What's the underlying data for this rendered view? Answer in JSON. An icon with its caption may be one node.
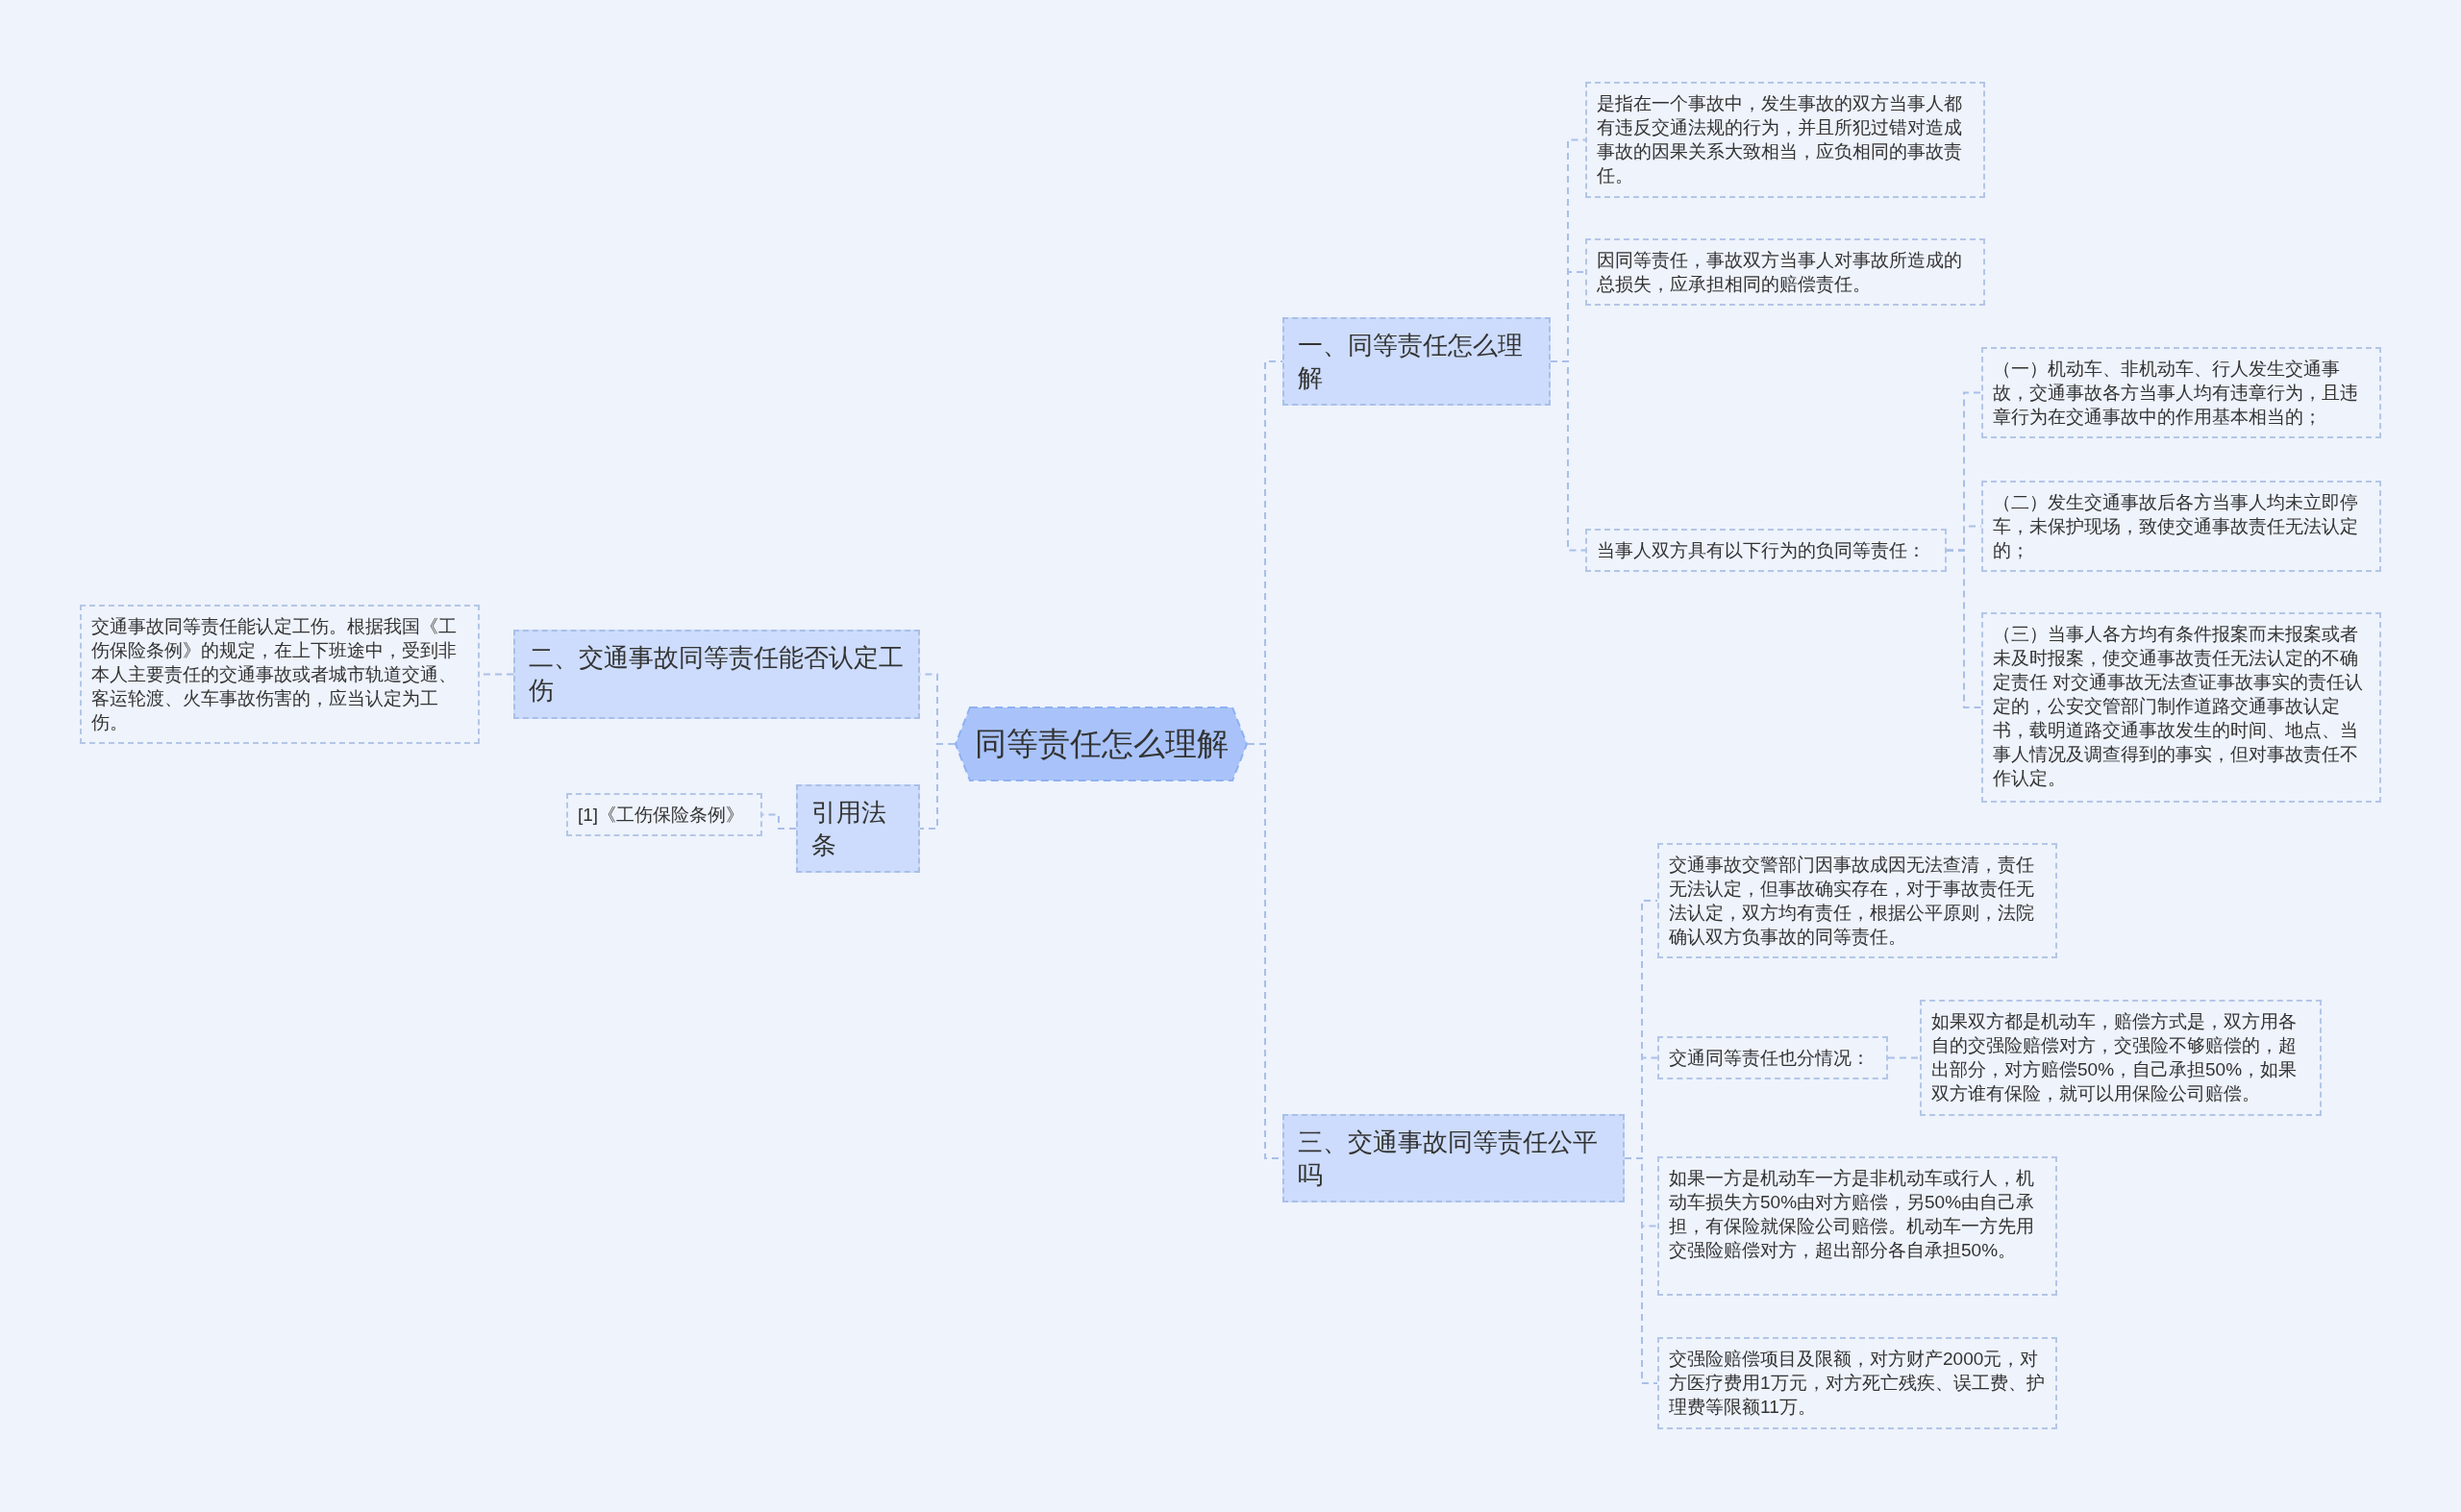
{
  "diagram": {
    "nodes": [
      {
        "text": [
          "同等责任怎么理解"
        ]
      },
      {
        "text": [
          "一、同等责任怎么理解"
        ]
      },
      {
        "text": [
          "是指在一个事故中，发生事故的双方当事人都有违反交通法规的行为，并且所犯过错对造成事故的因果关系大致相当，应负相同的事故责任。"
        ]
      },
      {
        "text": [
          "因同等责任，事故双方当事人对事故所造成的总损失，应承担相同的赔偿责任。"
        ]
      },
      {
        "text": [
          "当事人双方具有以下行为的负同等责任："
        ]
      },
      {
        "text": [
          "（一）机动车、非机动车、行人发生交通事故，交通事故各方当事人均有违章行为，且违章行为在交通事故中的作用基本相当的；"
        ]
      },
      {
        "text": [
          "（二）发生交通事故后各方当事人均未立即停车，未保护现场，致使交通事故责任无法认定的；"
        ]
      },
      {
        "text": [
          "（三）当事人各方均有条件报案而未报案或者未及时报案，使交通事故责任无法认定的不确定责任 对交通事故无法查证事故事实的责任认定的，公安交管部门制作道路交通事故认定书，载明道路交通事故发生的时间、地点、当事人情况及调查得到的事实，但对事故责任不作认定。"
        ]
      },
      {
        "text": [
          "二、交通事故同等责任能否认定工伤"
        ]
      },
      {
        "text": [
          "交通事故同等责任能认定工伤。根据我国《工伤保险条例》的规定，在上下班途中，受到非本人主要责任的交通事故或者城市轨道交通、客运轮渡、火车事故伤害的，应当认定为工伤。"
        ]
      },
      {
        "text": [
          "引用法条"
        ]
      },
      {
        "text": [
          "[1]《工伤保险条例》"
        ]
      },
      {
        "text": [
          "三、交通事故同等责任公平吗"
        ]
      },
      {
        "text": [
          "交通事故交警部门因事故成因无法查清，责任无法认定，但事故确实存在，对于事故责任无法认定，双方均有责任，根据公平原则，法院确认双方负事故的同等责任。"
        ]
      },
      {
        "text": [
          "交通同等责任也分情况："
        ]
      },
      {
        "text": [
          "如果双方都是机动车，赔偿方式是，双方用各自的交强险赔偿对方，交强险不够赔偿的，超出部分，对方赔偿50%，自己承担50%，如果双方谁有保险，就可以用保险公司赔偿。"
        ]
      },
      {
        "text": [
          "如果一方是机动车一方是非机动车或行人，机动车损失方50%由对方赔偿，另50%由自己承担，有保险就保险公司赔偿。机动车一方先用交强险赔偿对方，超出部分各自承担50%。"
        ]
      },
      {
        "text": [
          "交强险赔偿项目及限额，对方财产2000元，对方医疗费用1万元，对方死亡残疾、误工费、护理费等限额11万。"
        ]
      }
    ],
    "edges": [
      {
        "from": 0,
        "to": 1,
        "arrow": "none"
      },
      {
        "from": 1,
        "to": 2,
        "arrow": "none"
      },
      {
        "from": 1,
        "to": 3,
        "arrow": "none"
      },
      {
        "from": 1,
        "to": 4,
        "arrow": "none"
      },
      {
        "from": 4,
        "to": 5,
        "arrow": "none"
      },
      {
        "from": 4,
        "to": 6,
        "arrow": "none"
      },
      {
        "from": 4,
        "to": 7,
        "arrow": "none"
      },
      {
        "from": 0,
        "to": 8,
        "arrow": "none"
      },
      {
        "from": 8,
        "to": 9,
        "arrow": "none"
      },
      {
        "from": 0,
        "to": 10,
        "arrow": "none"
      },
      {
        "from": 10,
        "to": 11,
        "arrow": "none"
      },
      {
        "from": 0,
        "to": 12,
        "arrow": "none"
      },
      {
        "from": 12,
        "to": 13,
        "arrow": "none"
      },
      {
        "from": 12,
        "to": 14,
        "arrow": "none"
      },
      {
        "from": 14,
        "to": 15,
        "arrow": "none"
      },
      {
        "from": 12,
        "to": 16,
        "arrow": "none"
      },
      {
        "from": 12,
        "to": 17,
        "arrow": "none"
      }
    ]
  }
}
